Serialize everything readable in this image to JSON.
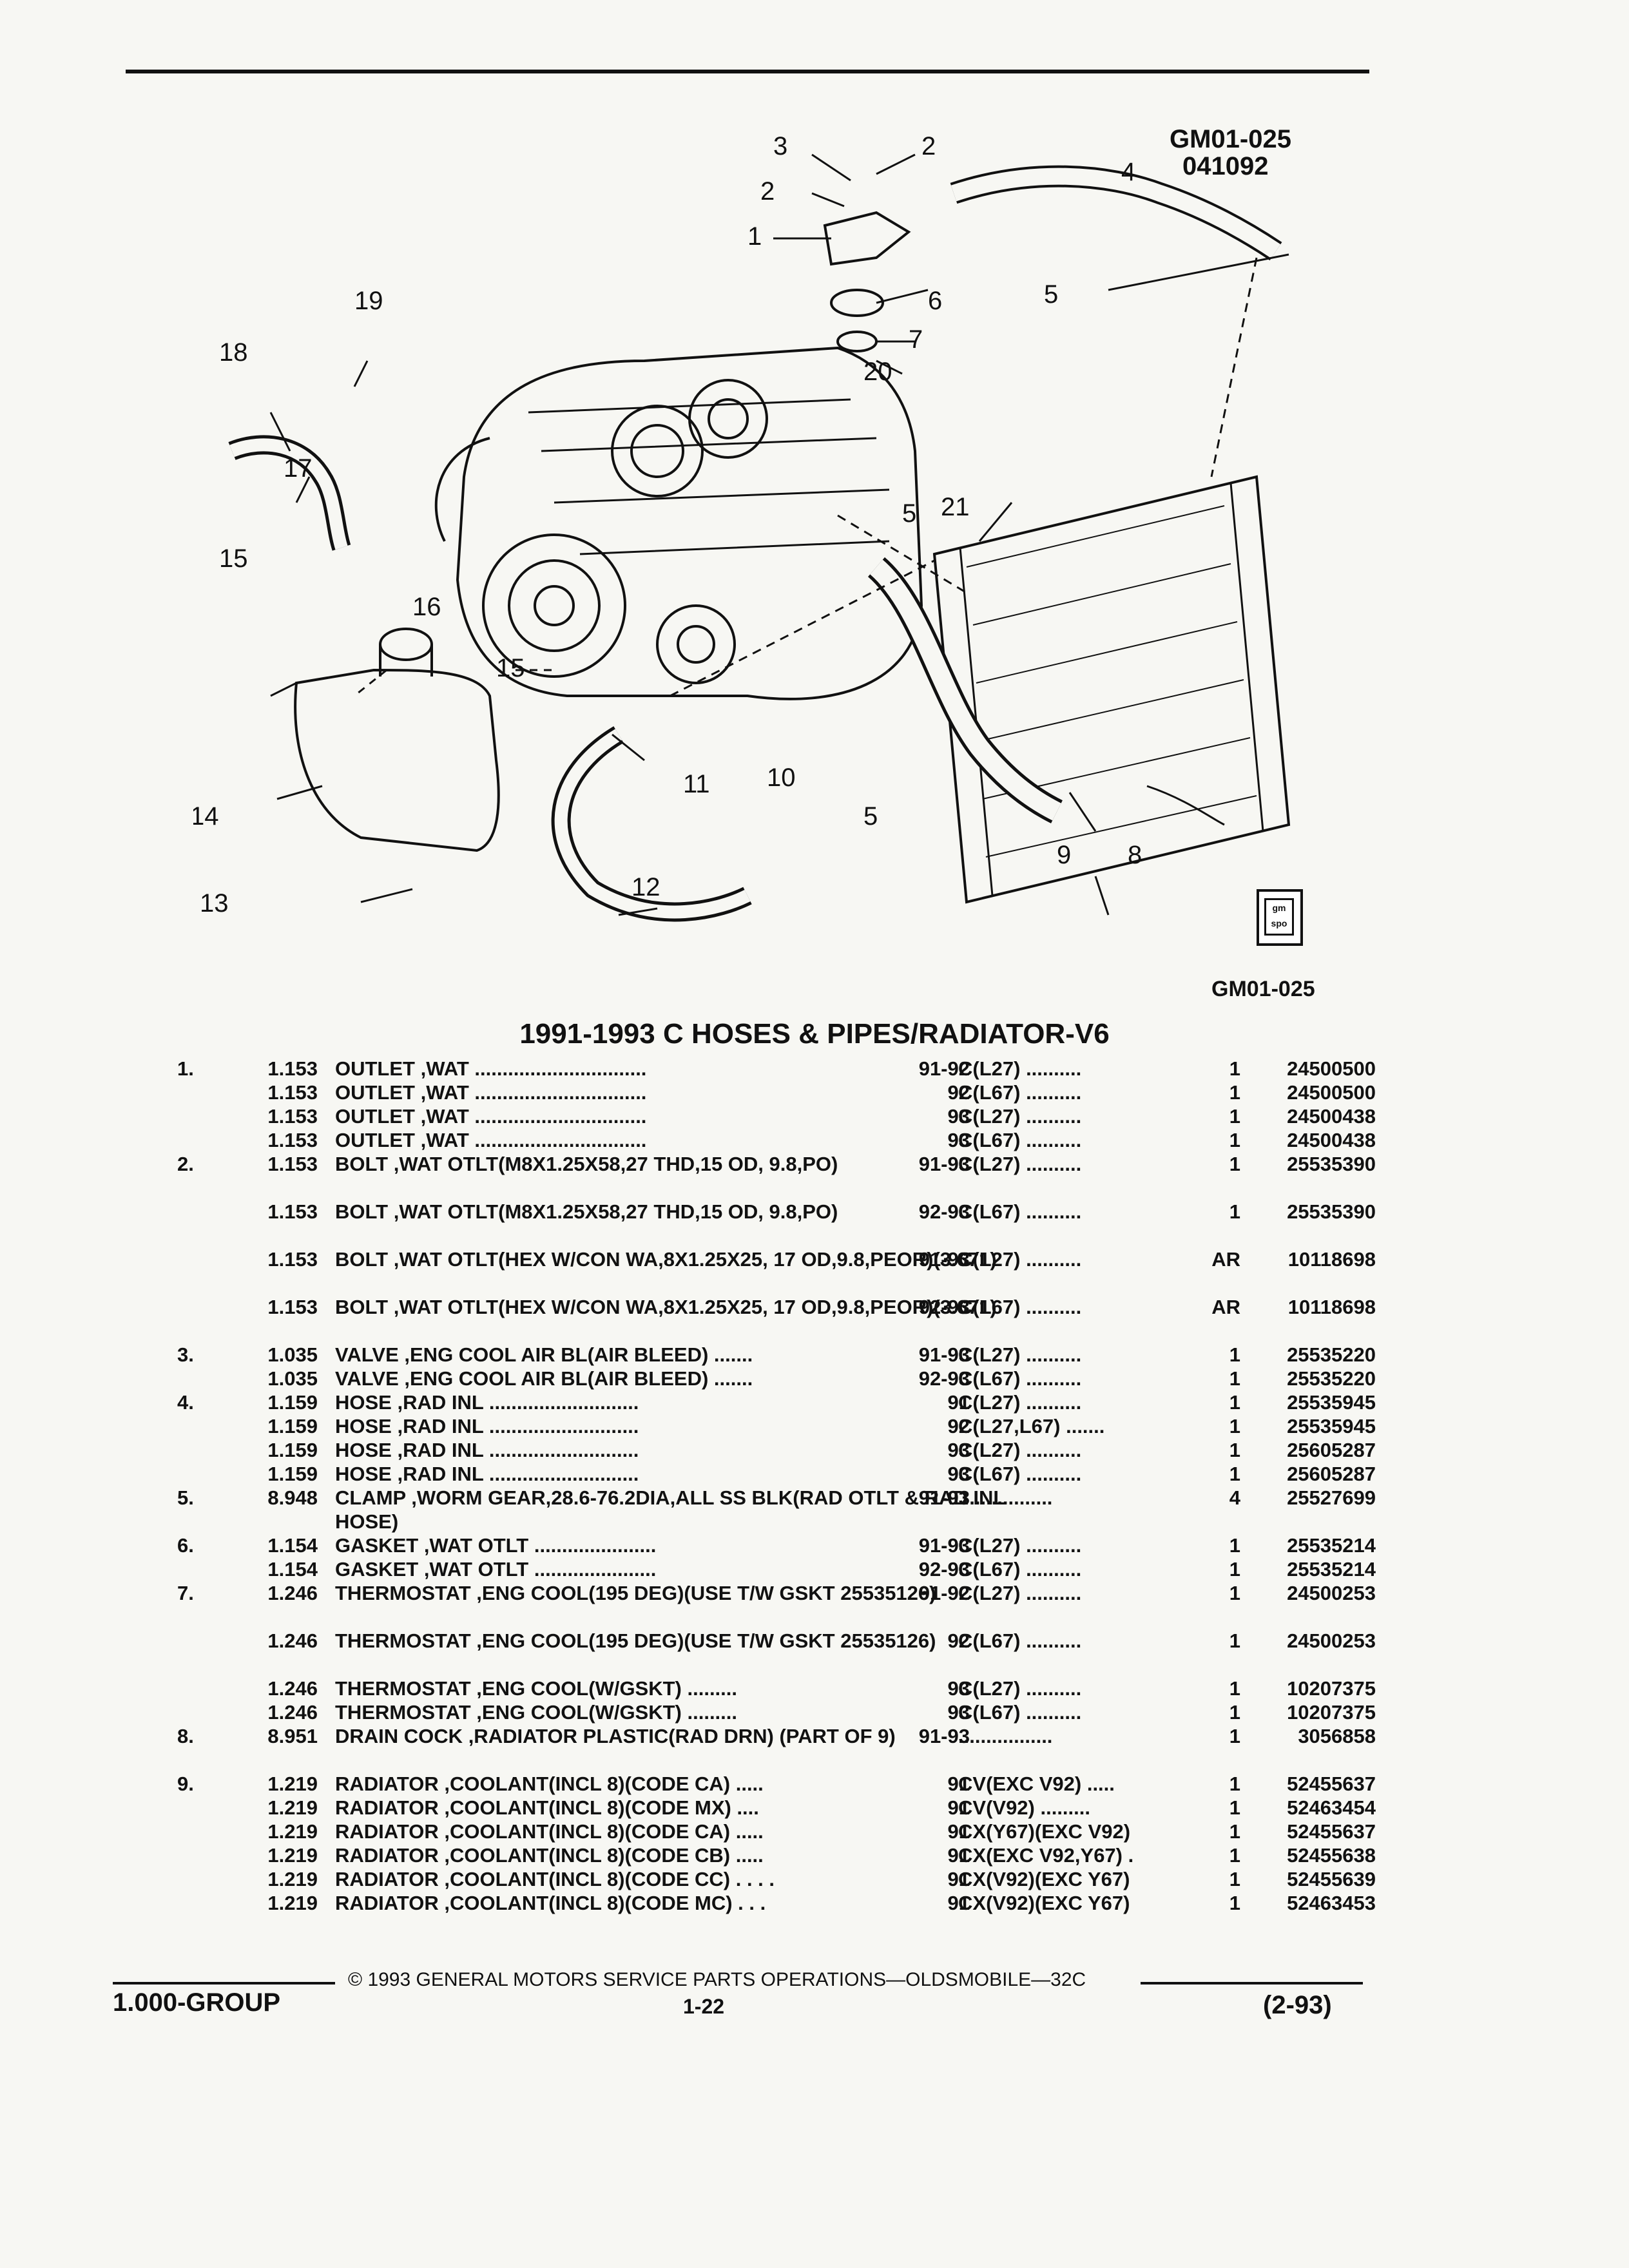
{
  "figure": {
    "code_top": "GM01-025",
    "date_code": "041092",
    "code_bottom": "GM01-025",
    "logo_text": "gm spo",
    "callouts": [
      "1",
      "2",
      "2",
      "3",
      "4",
      "5",
      "5",
      "5",
      "6",
      "7",
      "8",
      "9",
      "10",
      "11",
      "12",
      "13",
      "14",
      "15",
      "15",
      "16",
      "17",
      "18",
      "19",
      "20",
      "21"
    ]
  },
  "title": "1991-1993 C HOSES & PIPES/RADIATOR-V6",
  "parts": [
    {
      "idx": "1.",
      "grp": "1.153",
      "name": "OUTLET",
      "desc": ",WAT ...............................",
      "yr": "91-92",
      "mdl": "C(L27)  ..........",
      "qty": "1",
      "pn": "24500500"
    },
    {
      "idx": "",
      "grp": "1.153",
      "name": "OUTLET",
      "desc": ",WAT ...............................",
      "yr": "92",
      "mdl": "C(L67)  ..........",
      "qty": "1",
      "pn": "24500500"
    },
    {
      "idx": "",
      "grp": "1.153",
      "name": "OUTLET",
      "desc": ",WAT ...............................",
      "yr": "93",
      "mdl": "C(L27)  ..........",
      "qty": "1",
      "pn": "24500438"
    },
    {
      "idx": "",
      "grp": "1.153",
      "name": "OUTLET",
      "desc": ",WAT ...............................",
      "yr": "93",
      "mdl": "C(L67)  ..........",
      "qty": "1",
      "pn": "24500438"
    },
    {
      "idx": "2.",
      "grp": "1.153",
      "name": "BOLT",
      "desc": ",WAT OTLT(M8X1.25X58,27 THD,15 OD, 9.8,PO)",
      "yr": "91-93",
      "mdl": "C(L27)  ..........",
      "qty": "1",
      "pn": "25535390",
      "tall": true
    },
    {
      "idx": "",
      "grp": "1.153",
      "name": "BOLT",
      "desc": ",WAT OTLT(M8X1.25X58,27 THD,15 OD, 9.8,PO)",
      "yr": "92-93",
      "mdl": "C(L67)  ..........",
      "qty": "1",
      "pn": "25535390",
      "tall": true
    },
    {
      "idx": "",
      "grp": "1.153",
      "name": "BOLT",
      "desc": ",WAT OTLT(HEX W/CON WA,8X1.25X25, 17 OD,9.8,PEOR)(3.671)",
      "yr": "91-93",
      "mdl": "C(L27)  ..........",
      "qty": "AR",
      "pn": "10118698",
      "tall": true
    },
    {
      "idx": "",
      "grp": "1.153",
      "name": "BOLT",
      "desc": ",WAT OTLT(HEX W/CON WA,8X1.25X25, 17 OD,9.8,PEOR)(3.671)",
      "yr": "92-93",
      "mdl": "C(L67)  ..........",
      "qty": "AR",
      "pn": "10118698",
      "tall": true
    },
    {
      "idx": "3.",
      "grp": "1.035",
      "name": "VALVE",
      "desc": ",ENG COOL AIR BL(AIR BLEED) .......",
      "yr": "91-93",
      "mdl": "C(L27)  ..........",
      "qty": "1",
      "pn": "25535220"
    },
    {
      "idx": "",
      "grp": "1.035",
      "name": "VALVE",
      "desc": ",ENG COOL AIR BL(AIR BLEED) .......",
      "yr": "92-93",
      "mdl": "C(L67)  ..........",
      "qty": "1",
      "pn": "25535220"
    },
    {
      "idx": "4.",
      "grp": "1.159",
      "name": "HOSE",
      "desc": ",RAD INL ...........................",
      "yr": "91",
      "mdl": "C(L27)  ..........",
      "qty": "1",
      "pn": "25535945"
    },
    {
      "idx": "",
      "grp": "1.159",
      "name": "HOSE",
      "desc": ",RAD INL ...........................",
      "yr": "92",
      "mdl": "C(L27,L67) .......",
      "qty": "1",
      "pn": "25535945"
    },
    {
      "idx": "",
      "grp": "1.159",
      "name": "HOSE",
      "desc": ",RAD INL ...........................",
      "yr": "93",
      "mdl": "C(L27)  ..........",
      "qty": "1",
      "pn": "25605287"
    },
    {
      "idx": "",
      "grp": "1.159",
      "name": "HOSE",
      "desc": ",RAD INL ...........................",
      "yr": "93",
      "mdl": "C(L67)  ..........",
      "qty": "1",
      "pn": "25605287"
    },
    {
      "idx": "5.",
      "grp": "8.948",
      "name": "CLAMP",
      "desc": ",WORM GEAR,28.6-76.2DIA,ALL SS BLK(RAD OTLT & RAD INL HOSE)",
      "yr": "91-93",
      "mdl": ".................",
      "qty": "4",
      "pn": "25527699",
      "tall": true
    },
    {
      "idx": "6.",
      "grp": "1.154",
      "name": "GASKET",
      "desc": ",WAT OTLT ......................",
      "yr": "91-93",
      "mdl": "C(L27)  ..........",
      "qty": "1",
      "pn": "25535214"
    },
    {
      "idx": "",
      "grp": "1.154",
      "name": "GASKET",
      "desc": ",WAT OTLT ......................",
      "yr": "92-93",
      "mdl": "C(L67)  ..........",
      "qty": "1",
      "pn": "25535214"
    },
    {
      "idx": "7.",
      "grp": "1.246",
      "name": "THERMOSTAT",
      "desc": ",ENG COOL(195 DEG)(USE T/W GSKT 25535126)",
      "yr": "91-92",
      "mdl": "C(L27)  ..........",
      "qty": "1",
      "pn": "24500253",
      "tall": true
    },
    {
      "idx": "",
      "grp": "1.246",
      "name": "THERMOSTAT",
      "desc": ",ENG COOL(195 DEG)(USE T/W GSKT 25535126)",
      "yr": "92",
      "mdl": "C(L67)  ..........",
      "qty": "1",
      "pn": "24500253",
      "tall": true
    },
    {
      "idx": "",
      "grp": "1.246",
      "name": "THERMOSTAT",
      "desc": ",ENG COOL(W/GSKT) .........",
      "yr": "93",
      "mdl": "C(L27)  ..........",
      "qty": "1",
      "pn": "10207375"
    },
    {
      "idx": "",
      "grp": "1.246",
      "name": "THERMOSTAT",
      "desc": ",ENG COOL(W/GSKT) .........",
      "yr": "93",
      "mdl": "C(L67)  ..........",
      "qty": "1",
      "pn": "10207375"
    },
    {
      "idx": "8.",
      "grp": "8.951",
      "name": "DRAIN COCK",
      "desc": ",RADIATOR PLASTIC(RAD DRN) (PART OF 9)",
      "yr": "91-93",
      "mdl": ".................",
      "qty": "1",
      "pn": "3056858",
      "tall": true
    },
    {
      "idx": "9.",
      "grp": "1.219",
      "name": "RADIATOR",
      "desc": ",COOLANT(INCL 8)(CODE CA) .....",
      "yr": "91",
      "mdl": "CV(EXC V92) .....",
      "qty": "1",
      "pn": "52455637"
    },
    {
      "idx": "",
      "grp": "1.219",
      "name": "RADIATOR",
      "desc": ",COOLANT(INCL 8)(CODE MX) ....",
      "yr": "91",
      "mdl": "CV(V92) .........",
      "qty": "1",
      "pn": "52463454"
    },
    {
      "idx": "",
      "grp": "1.219",
      "name": "RADIATOR",
      "desc": ",COOLANT(INCL 8)(CODE CA) .....",
      "yr": "91",
      "mdl": "CX(Y67)(EXC V92)",
      "qty": "1",
      "pn": "52455637"
    },
    {
      "idx": "",
      "grp": "1.219",
      "name": "RADIATOR",
      "desc": ",COOLANT(INCL 8)(CODE CB) .....",
      "yr": "91",
      "mdl": "CX(EXC V92,Y67) .",
      "qty": "1",
      "pn": "52455638"
    },
    {
      "idx": "",
      "grp": "1.219",
      "name": "RADIATOR",
      "desc": ",COOLANT(INCL 8)(CODE CC) . . . .",
      "yr": "91",
      "mdl": "CX(V92)(EXC Y67)",
      "qty": "1",
      "pn": "52455639"
    },
    {
      "idx": "",
      "grp": "1.219",
      "name": "RADIATOR",
      "desc": ",COOLANT(INCL 8)(CODE MC) . . .",
      "yr": "91",
      "mdl": "CX(V92)(EXC Y67)",
      "qty": "1",
      "pn": "52463453"
    }
  ],
  "footer": {
    "copyright": "© 1993 GENERAL MOTORS SERVICE PARTS OPERATIONS—OLDSMOBILE—32C",
    "group": "1.000-GROUP",
    "page": "1-22",
    "revision": "(2-93)"
  }
}
